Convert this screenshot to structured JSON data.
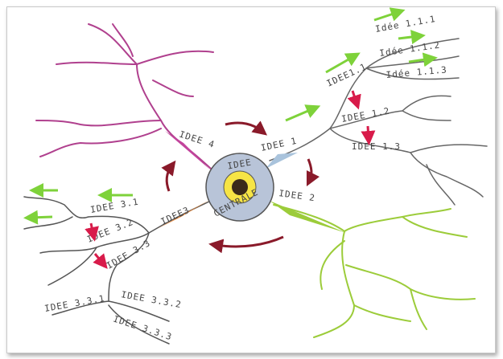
{
  "center": {
    "line1": "IDEE",
    "line2": "CENTRALE"
  },
  "branches": {
    "idee1": "IDEE 1",
    "idee2": "IDEE 2",
    "idee3": "IDEE3",
    "idee4": "IDEE 4",
    "idee1_1": "IDEE1.1",
    "idee1_1_1": "Idée 1.1.1",
    "idee1_1_2": "Idée 1.1.2",
    "idee1_1_3": "Idée 1.1.3",
    "idee1_2": "IDEE 1.2",
    "idee1_3": "IDEE 1.3",
    "idee3_1": "IDEE 3.1",
    "idee3_2": "IDEE 3.2",
    "idee3_3": "IDEE 3.3",
    "idee3_3_1": "IDEE 3.3.1",
    "idee3_3_2": "IDEE 3.3.2",
    "idee3_3_3": "IDEE 3.3.3"
  },
  "colors": {
    "branch1": "#a9c3dc",
    "branch2": "#9ccc3a",
    "branch3": "#e8893e",
    "branch4": "#c2449c",
    "arrow_green": "#7ed23a",
    "arrow_red": "#d81b4a",
    "arrow_dark_red": "#8a1a2a"
  }
}
